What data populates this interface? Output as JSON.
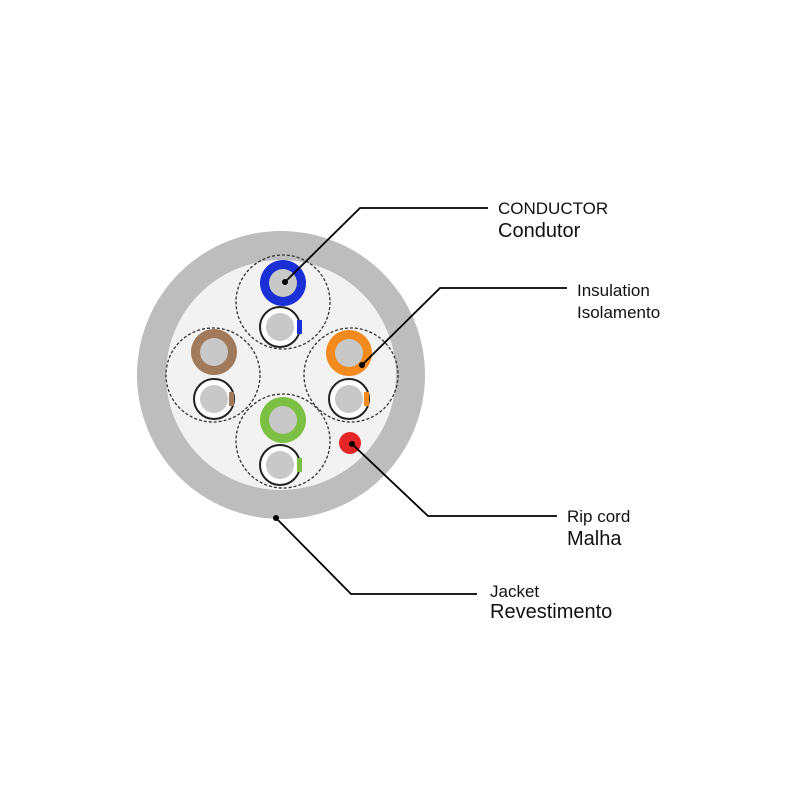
{
  "labels": {
    "conductor": {
      "en": "CONDUCTOR",
      "pt": "Condutor"
    },
    "insulation": {
      "en": "Insulation",
      "pt": "Isolamento"
    },
    "ripcord": {
      "en": "Rip cord",
      "pt": "Malha"
    },
    "jacket": {
      "en": "Jacket",
      "pt": "Revestimento"
    }
  },
  "colors": {
    "jacket": "#bdbdbd",
    "interior": "#f2f2f2",
    "conductor": "#c8c8c8",
    "pair_blue": "#1a2fd6",
    "pair_orange": "#f28a1e",
    "pair_green": "#7cc043",
    "pair_brown": "#a07a5a",
    "ripcord": "#e52526",
    "leader": "#000000"
  }
}
